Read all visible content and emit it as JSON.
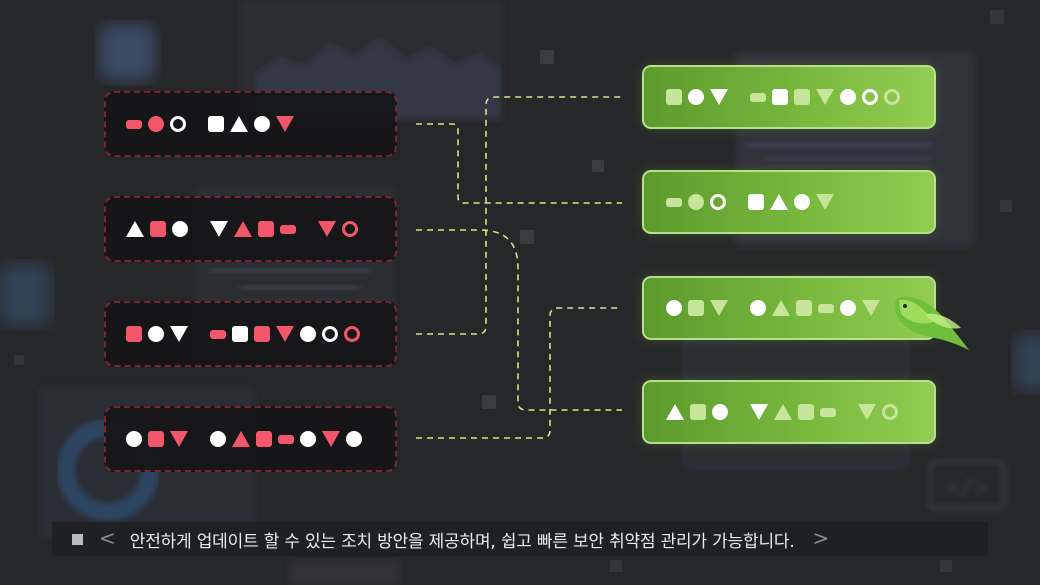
{
  "colors": {
    "red": "#f2566b",
    "white": "#ffffff",
    "lime": "#c7e59a",
    "card_green": "#78b83d",
    "connector": "#d6e38c",
    "background": "#262729"
  },
  "left_cards": [
    {
      "groups": [
        [
          "pill-r",
          "dot-r",
          "ring-w"
        ],
        [
          "sq-w",
          "tri-w",
          "dot-w",
          "tdn-r"
        ]
      ]
    },
    {
      "groups": [
        [
          "tri-w",
          "sq-r",
          "dot-w"
        ],
        [
          "tdn-w",
          "tri-r",
          "sq-r",
          "pill-r"
        ],
        [
          "tdn-r",
          "ring-r"
        ]
      ]
    },
    {
      "groups": [
        [
          "sq-r",
          "dot-w",
          "tdn-w"
        ],
        [
          "pill-r",
          "sq-w",
          "sq-r",
          "tdn-r",
          "dot-w",
          "ring-w",
          "ring-r"
        ]
      ]
    },
    {
      "groups": [
        [
          "dot-w",
          "sq-r",
          "tdn-r"
        ],
        [
          "dot-w",
          "tri-r",
          "sq-r",
          "pill-r",
          "dot-w",
          "tdn-r",
          "dot-w"
        ]
      ]
    }
  ],
  "right_cards": [
    {
      "groups": [
        [
          "sq-l",
          "dot-w",
          "tdn-w"
        ],
        [
          "pill-l",
          "sq-w",
          "sq-l",
          "tdn-l",
          "dot-w",
          "ring-w",
          "ring-l"
        ]
      ]
    },
    {
      "groups": [
        [
          "pill-l",
          "dot-l",
          "ring-w"
        ],
        [
          "sq-w",
          "tri-w",
          "dot-w",
          "tdn-l"
        ]
      ]
    },
    {
      "groups": [
        [
          "dot-w",
          "sq-l",
          "tdn-l"
        ],
        [
          "dot-w",
          "tri-l",
          "sq-l",
          "pill-l",
          "dot-w",
          "tdn-l"
        ]
      ]
    },
    {
      "groups": [
        [
          "tri-w",
          "sq-l",
          "dot-w"
        ],
        [
          "tdn-w",
          "tri-l",
          "sq-l",
          "pill-l"
        ],
        [
          "tdn-l",
          "ring-l"
        ]
      ]
    }
  ],
  "caption": {
    "stop_icon": "stop-icon",
    "prev_icon": "chevron-left-icon",
    "next_icon": "chevron-right-icon",
    "prev_glyph": "<",
    "next_glyph": ">",
    "text": "안전하게 업데이트 할 수 있는 조치 방안을 제공하며, 쉽고 빠른 보안 취약점 관리가 가능합니다."
  }
}
